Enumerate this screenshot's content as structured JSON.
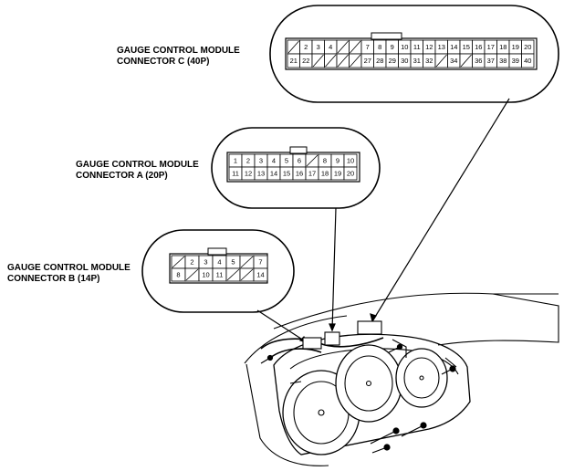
{
  "labels": {
    "c_line1": "GAUGE CONTROL MODULE",
    "c_line2": "CONNECTOR C (40P)",
    "a_line1": "GAUGE CONTROL MODULE",
    "a_line2": "CONNECTOR A (20P)",
    "b_line1": "GAUGE CONTROL MODULE",
    "b_line2": "CONNECTOR B (14P)"
  },
  "connector_c": {
    "row1": [
      "",
      "2",
      "3",
      "4",
      "",
      "",
      "7",
      "8",
      "9",
      "10",
      "11",
      "12",
      "13",
      "14",
      "15",
      "16",
      "17",
      "18",
      "19",
      "20"
    ],
    "row2": [
      "21",
      "22",
      "",
      "",
      "",
      "",
      "27",
      "28",
      "29",
      "30",
      "31",
      "32",
      "",
      "34",
      "",
      "36",
      "37",
      "38",
      "39",
      "40"
    ]
  },
  "connector_a": {
    "row1": [
      "1",
      "2",
      "3",
      "4",
      "5",
      "6",
      "",
      "8",
      "9",
      "10"
    ],
    "row2": [
      "11",
      "12",
      "13",
      "14",
      "15",
      "16",
      "17",
      "18",
      "19",
      "20"
    ]
  },
  "connector_b": {
    "row1": [
      "",
      "2",
      "3",
      "4",
      "5",
      "",
      "7"
    ],
    "row2": [
      "8",
      "",
      "10",
      "11",
      "",
      "",
      "14"
    ]
  }
}
